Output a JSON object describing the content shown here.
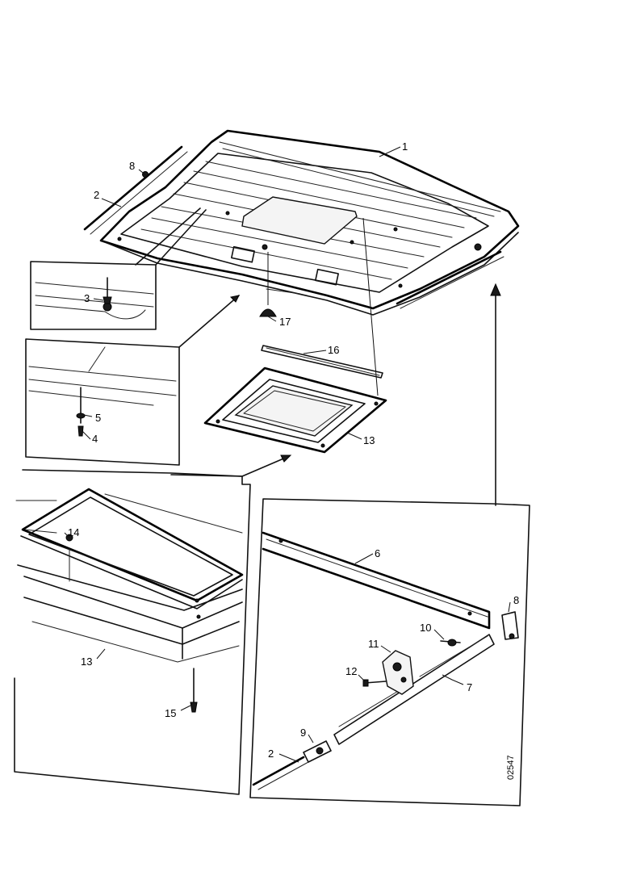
{
  "drawing_number": "02547",
  "callouts": {
    "c1": "1",
    "c2_top": "2",
    "c2_bottom": "2",
    "c3": "3",
    "c4": "4",
    "c5": "5",
    "c6": "6",
    "c7": "7",
    "c8_top": "8",
    "c8_right": "8",
    "c9": "9",
    "c10": "10",
    "c11": "11",
    "c12": "12",
    "c13_center": "13",
    "c13_left": "13",
    "c14": "14",
    "c15": "15",
    "c16": "16",
    "c17": "17"
  }
}
